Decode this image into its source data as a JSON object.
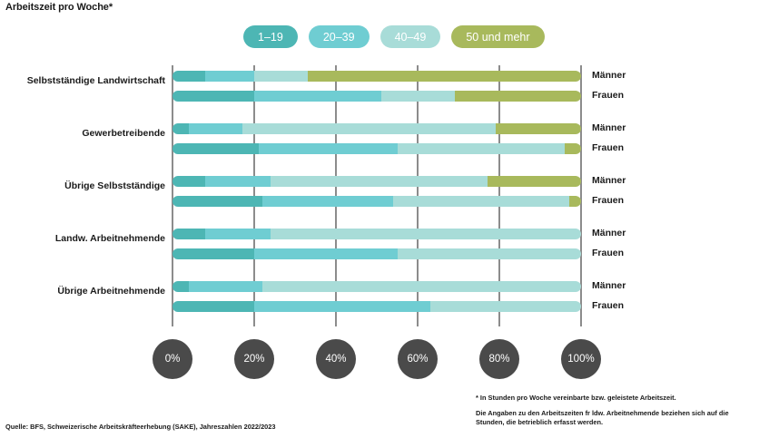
{
  "title": "Arbeitszeit pro Woche*",
  "legend": {
    "position": "top",
    "items": [
      {
        "label": "1–19",
        "color": "#4db6b4"
      },
      {
        "label": "20–39",
        "color": "#6fcdd2"
      },
      {
        "label": "40–49",
        "color": "#a8dcd8"
      },
      {
        "label": "50 und mehr",
        "color": "#a8b95c"
      }
    ]
  },
  "axis": {
    "ticks": [
      "0%",
      "20%",
      "40%",
      "60%",
      "80%",
      "100%"
    ],
    "tick_color": "#4a4a4a"
  },
  "series_labels": [
    "Männer",
    "Frauen"
  ],
  "footnotes": {
    "line1": "* In Stunden pro Woche vereinbarte bzw. geleistete Arbeitszeit.",
    "line2": "Die Angaben zu den Arbeitszeiten fr ldw. Arbeitnehmende beziehen sich auf die Stunden, die betrieblich erfasst werden."
  },
  "source": "Quelle: BFS, Schweizerische Arbeitskräfteerhebung (SAKE), Jahreszahlen 2022/2023",
  "chart_data": {
    "type": "bar",
    "orientation": "horizontal",
    "stacked": true,
    "normalized_percent": true,
    "title": "Arbeitszeit pro Woche*",
    "xlabel": "",
    "ylabel": "",
    "xlim": [
      0,
      100
    ],
    "grid": true,
    "legend_position": "top",
    "xticks": [
      0,
      20,
      40,
      60,
      80,
      100
    ],
    "segment_names": [
      "1–19",
      "20–39",
      "40–49",
      "50 und mehr"
    ],
    "segment_colors": [
      "#4db6b4",
      "#6fcdd2",
      "#a8dcd8",
      "#a8b95c"
    ],
    "categories": [
      "Selbstständige Landwirtschaft",
      "Gewerbetreibende",
      "Übrige Selbstständige",
      "Landw. Arbeitnehmende",
      "Übrige Arbeitnehmende"
    ],
    "groups": [
      {
        "category": "Selbstständige Landwirtschaft",
        "bars": [
          {
            "sex": "Männer",
            "values": [
              8,
              12,
              13,
              67
            ]
          },
          {
            "sex": "Frauen",
            "values": [
              20,
              31,
              18,
              31
            ]
          }
        ]
      },
      {
        "category": "Gewerbetreibende",
        "bars": [
          {
            "sex": "Männer",
            "values": [
              4,
              13,
              62,
              21
            ]
          },
          {
            "sex": "Frauen",
            "values": [
              21,
              34,
              41,
              4
            ]
          }
        ]
      },
      {
        "category": "Übrige Selbstständige",
        "bars": [
          {
            "sex": "Männer",
            "values": [
              8,
              16,
              53,
              23
            ]
          },
          {
            "sex": "Frauen",
            "values": [
              22,
              32,
              43,
              3
            ]
          }
        ]
      },
      {
        "category": "Landw. Arbeitnehmende",
        "bars": [
          {
            "sex": "Männer",
            "values": [
              8,
              16,
              76,
              0
            ]
          },
          {
            "sex": "Frauen",
            "values": [
              20,
              35,
              45,
              0
            ]
          }
        ]
      },
      {
        "category": "Übrige Arbeitnehmende",
        "bars": [
          {
            "sex": "Männer",
            "values": [
              4,
              18,
              78,
              0
            ]
          },
          {
            "sex": "Frauen",
            "values": [
              20,
              43,
              37,
              0
            ]
          }
        ]
      }
    ]
  }
}
